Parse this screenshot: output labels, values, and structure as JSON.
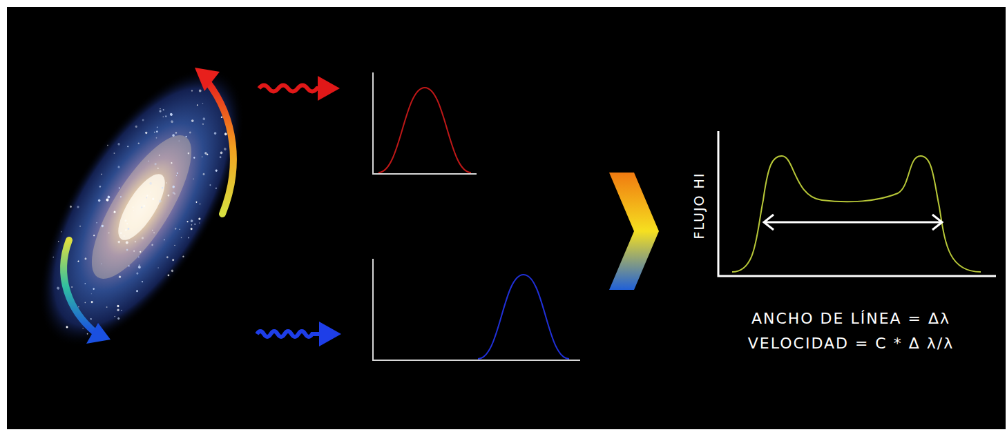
{
  "diagram": {
    "labels": [
      "FLUJO HI",
      "ANCHO DE LÍNEA = Δλ",
      "VELOCIDAD = C * Δ λ/λ"
    ]
  }
}
